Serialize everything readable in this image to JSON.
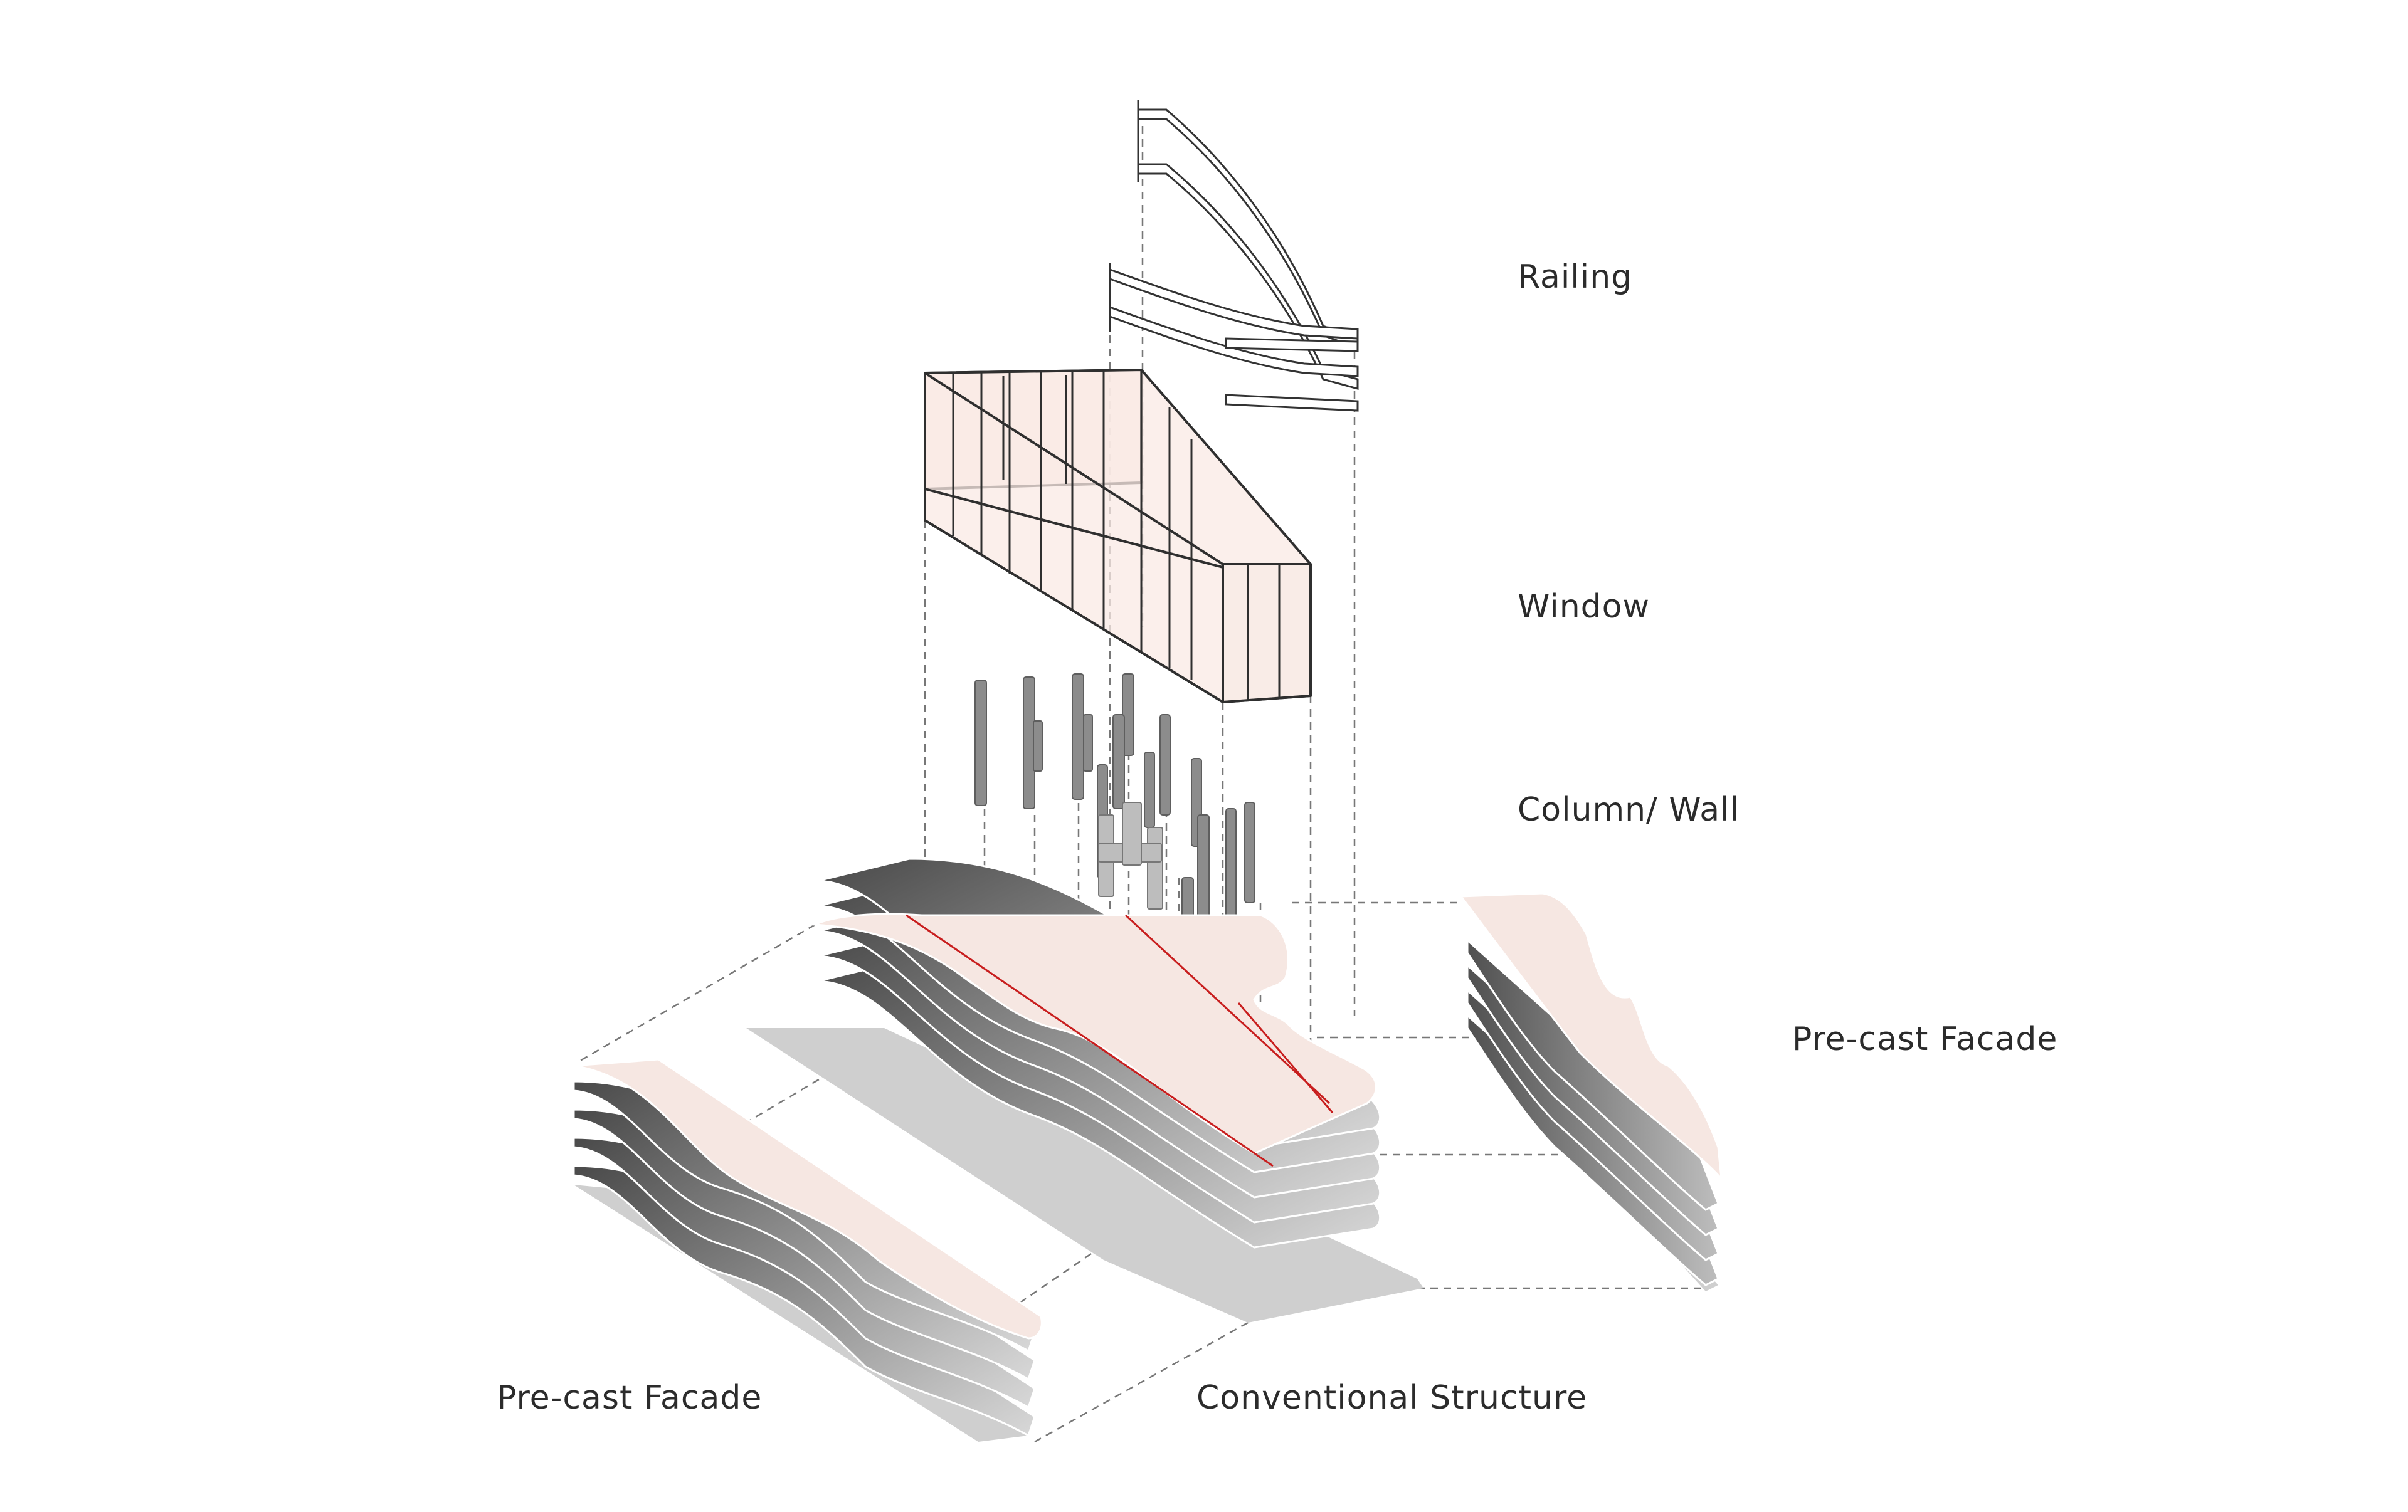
{
  "labels": {
    "railing": "Railing",
    "window": "Window",
    "column_wall": "Column/ Wall",
    "precast_right": "Pre-cast Facade",
    "precast_left": "Pre-cast Facade",
    "conventional": "Conventional  Structure"
  },
  "colors": {
    "slab_top": "#f6e7e2",
    "slab_shadow": "#5a5a5a",
    "window_fill": "#f9e9e4",
    "stroke": "#2f2f2f",
    "column": "#8c8c8c",
    "structure_line": "#c81e1e",
    "guide_line": "#777777"
  }
}
